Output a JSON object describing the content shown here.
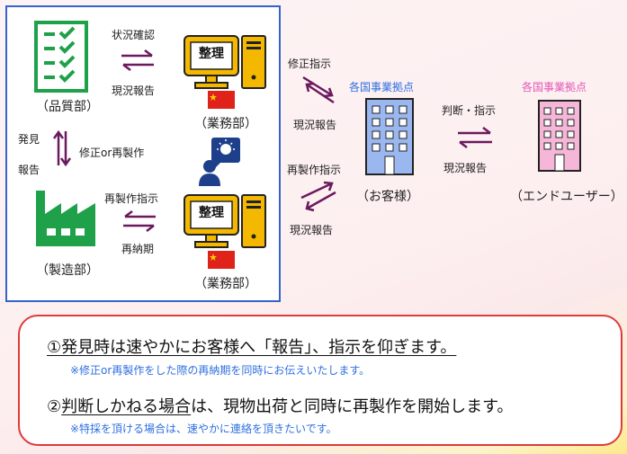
{
  "diagram": {
    "quality_dept": "（品質部）",
    "business_dept_top": "（業務部）",
    "business_dept_bottom": "（業務部）",
    "factory": "（製造部）",
    "customer": "（お客様）",
    "end_user": "（エンドユーザー）",
    "screen_text_top": "整理",
    "screen_text_bottom": "整理",
    "label_status_check": "状況確認",
    "label_status_report_1": "現況報告",
    "label_discovery": "発見",
    "label_report": "報告",
    "label_fix_or_remake": "修正or再製作",
    "label_remake_instruction": "再製作指示",
    "label_redelivery": "再納期",
    "label_fix_instruction": "修正指示",
    "label_status_report_2": "現況報告",
    "label_remake_instruction_2": "再製作指示",
    "label_status_report_3": "現況報告",
    "label_judgement": "判断・指示",
    "label_status_report_4": "現況報告",
    "label_branch_1": "各国事業拠点",
    "label_branch_2": "各国事業拠点"
  },
  "notice": {
    "line1": "①発見時は速やかにお客様へ「報告」、指示を仰ぎます。",
    "line1_note": "※修正or再製作をした際の再納期を同時にお伝えいたします。",
    "line2_prefix": "②",
    "line2_emph": "判断しかねる場合",
    "line2_rest": "は、現物出荷と同時に再製作を開始します。",
    "line2_note": "※特採を頂ける場合は、速やかに連絡を頂きたいです。"
  },
  "colors": {
    "frame_blue": "#3564c8",
    "notice_red": "#e03a3a",
    "arrow_purple": "#6b1a5e",
    "building_blue": "#9ab7f0",
    "building_pink": "#f6b6d8",
    "factory_green": "#1fa14a",
    "monitor_yellow": "#f5b800",
    "flag_red": "#e0231a"
  },
  "icons": [
    "checklist-icon",
    "monitor-icon",
    "computer-tower-icon",
    "china-flag-icon",
    "factory-icon",
    "person-idea-icon",
    "office-building-icon",
    "exchange-arrows-icon"
  ]
}
